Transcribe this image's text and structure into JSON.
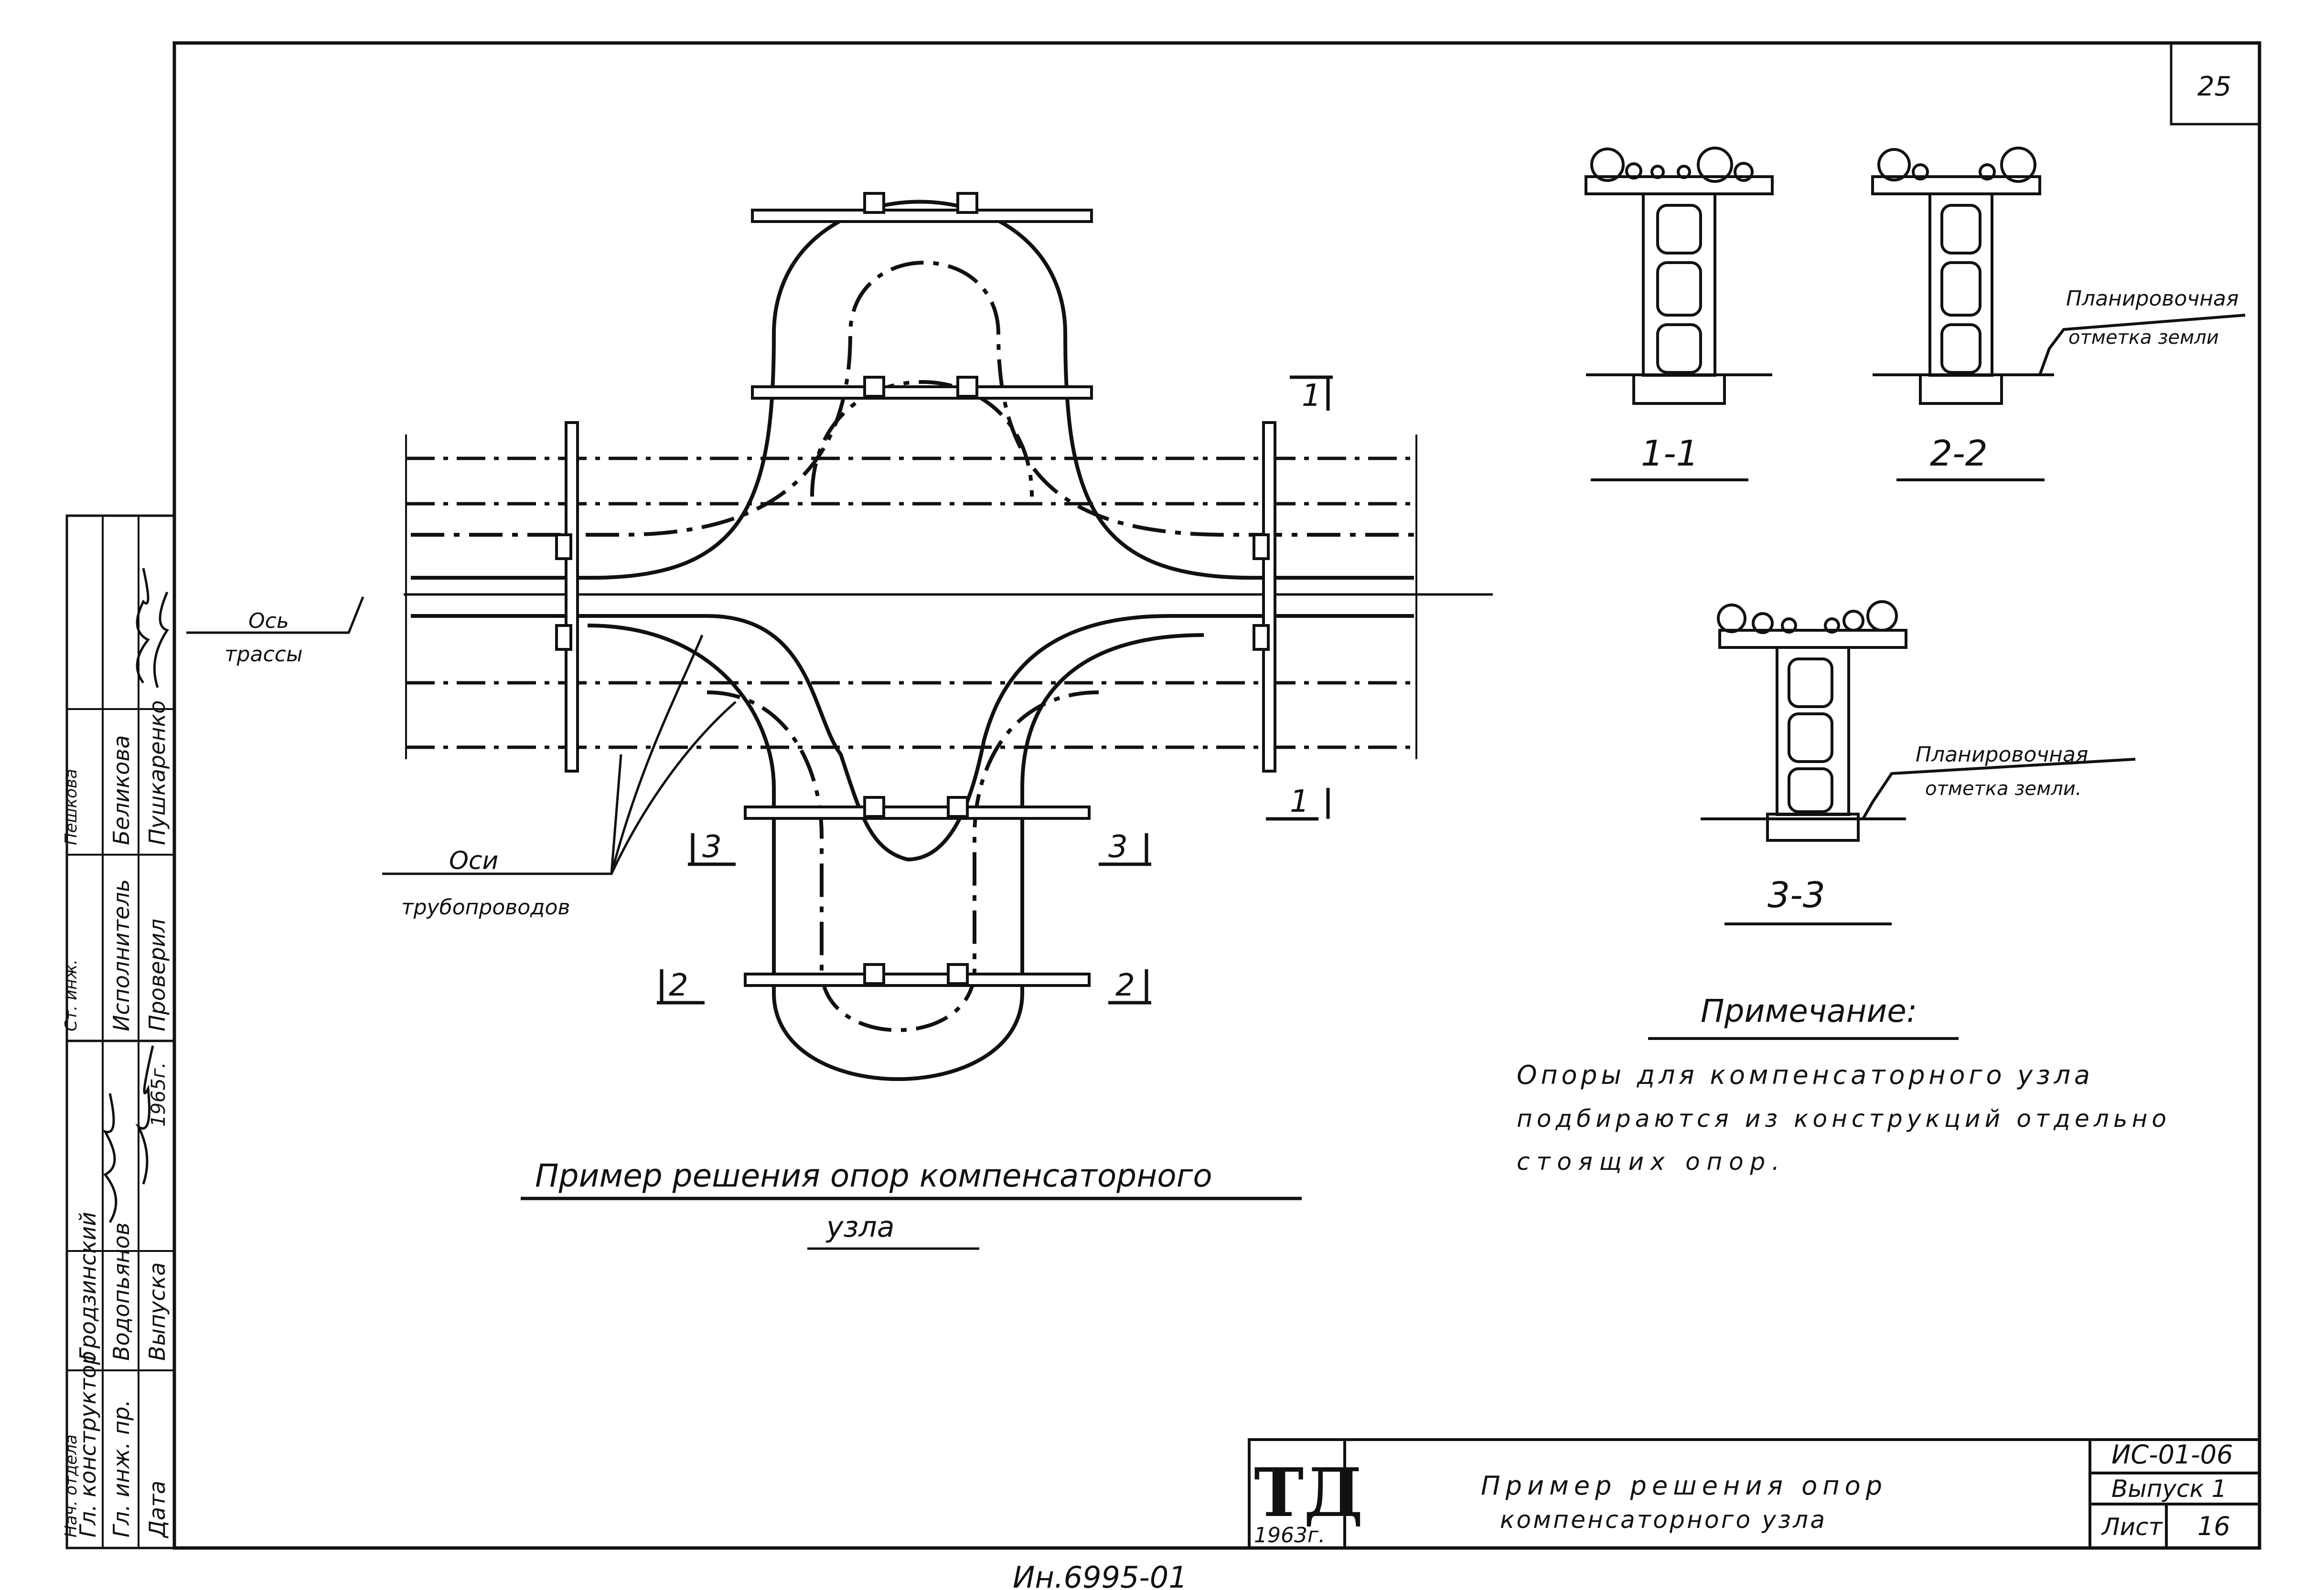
{
  "sheet": {
    "page_number": "25",
    "archive_number": "Ин.6995-01"
  },
  "main_drawing": {
    "title_line1": "Пример решения опор компенсаторного",
    "title_line2": "узла",
    "label_route_axis_line1": "Ось",
    "label_route_axis_line2": "трассы",
    "label_pipe_axes_line1": "Оси",
    "label_pipe_axes_line2": "трубопроводов",
    "cut_marks": {
      "c1_top": "1",
      "c1_bottom": "1",
      "c3_left": "3",
      "c3_right": "3",
      "c2_left": "2",
      "c2_right": "2"
    }
  },
  "sections": [
    {
      "id": "1-1",
      "title": "1-1",
      "ground_label": ""
    },
    {
      "id": "2-2",
      "title": "2-2",
      "ground_label_line1": "Планировочная",
      "ground_label_line2": "отметка земли"
    },
    {
      "id": "3-3",
      "title": "3-3",
      "ground_label_line1": "Планировочная",
      "ground_label_line2": "отметка земли."
    }
  ],
  "note": {
    "heading": "Примечание:",
    "line1": "Опоры для компенсаторного узла",
    "line2": "подбираются из конструкций отдельно",
    "line3": "стоящих опор."
  },
  "side_stamp": {
    "rows_left": [
      {
        "role": "Нач. отдела",
        "name": ""
      },
      {
        "role": "Гл. конструктор",
        "name": "Гродзинский"
      },
      {
        "role": "Гл. инж. пр.",
        "name": "Водопьянов"
      },
      {
        "role": "Дата",
        "name": "Выпуска"
      }
    ],
    "rows_right": [
      {
        "role": "Ст. инж.",
        "name": "Пешкова"
      },
      {
        "role": "Исполнитель",
        "name": "Беликова"
      },
      {
        "role": "Проверил",
        "name": "Пушкаренко"
      }
    ],
    "year": "1965г."
  },
  "title_block": {
    "logo": "ТД",
    "logo_year": "1963г.",
    "title_line1": "Пример решения опор",
    "title_line2": "компенсаторного узла",
    "code": "ИС-01-06",
    "issue": "Выпуск 1",
    "sheet_label": "Лист",
    "sheet_value": "16"
  }
}
